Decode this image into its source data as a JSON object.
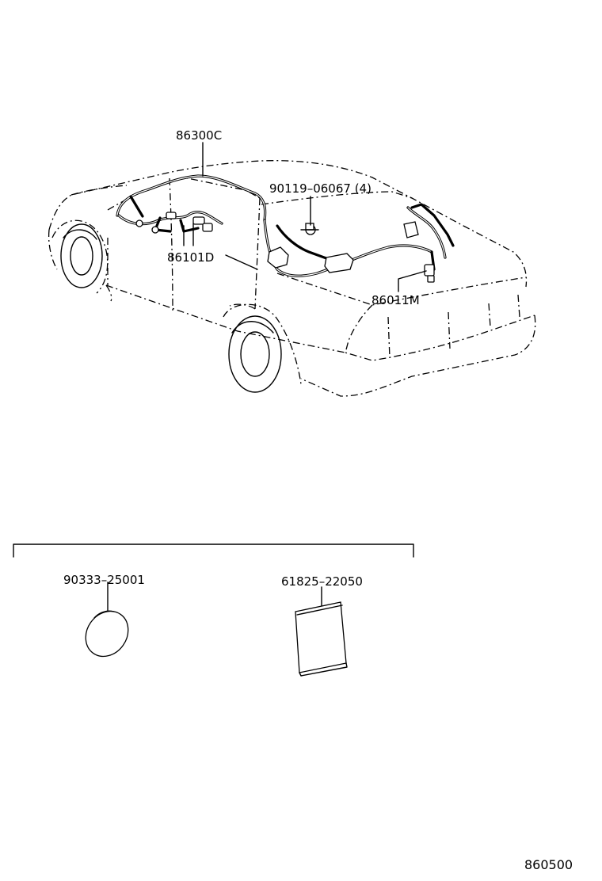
{
  "labels": {
    "harness_86300c": "86300C",
    "bolt_90119": "90119–06067 (4)",
    "harness_86101d": "86101D",
    "harness_86011m": "86011M",
    "cap_90333": "90333–25001",
    "pad_61825": "61825–22050",
    "diagram_code": "860500"
  }
}
